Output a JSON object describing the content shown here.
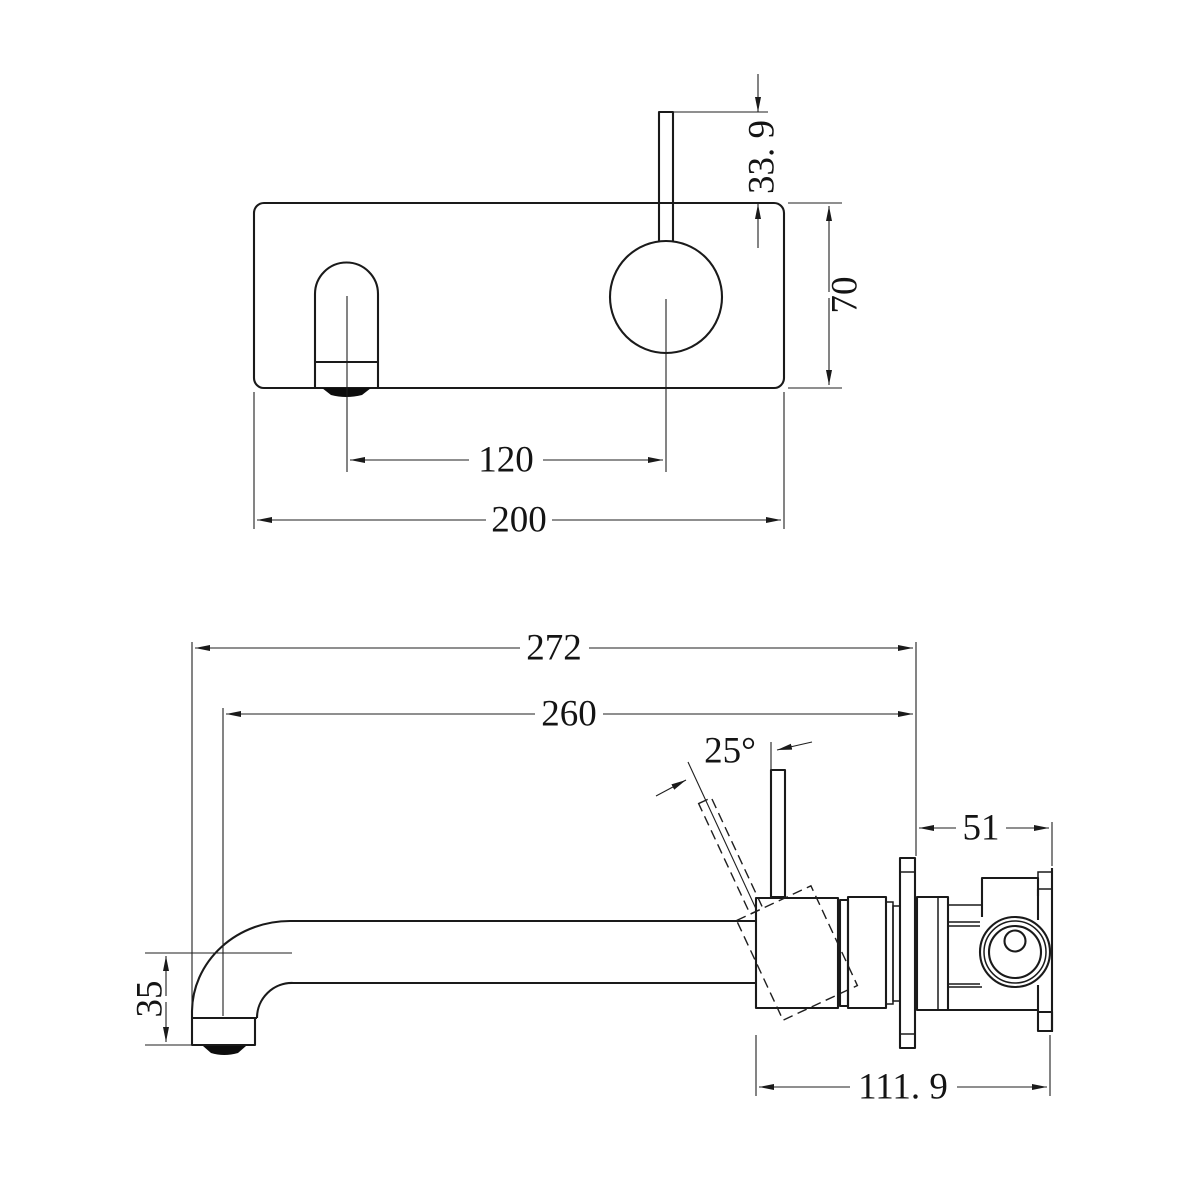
{
  "drawing": {
    "title": "wall-mixer-dimension-drawing",
    "colors": {
      "background": "#ffffff",
      "line": "#1a1a1a",
      "solid_fill": "#0d0d0d"
    },
    "front_view": {
      "dims": {
        "lever_above_plate": "33. 9",
        "plate_height": "70",
        "spout_to_handle": "120",
        "plate_width": "200"
      }
    },
    "side_view": {
      "dims": {
        "overall_reach": "272",
        "reach_to_outlet": "260",
        "handle_angle": "25°",
        "behind_wall_depth": "51",
        "outlet_drop": "35",
        "body_length": "111. 9"
      }
    }
  }
}
